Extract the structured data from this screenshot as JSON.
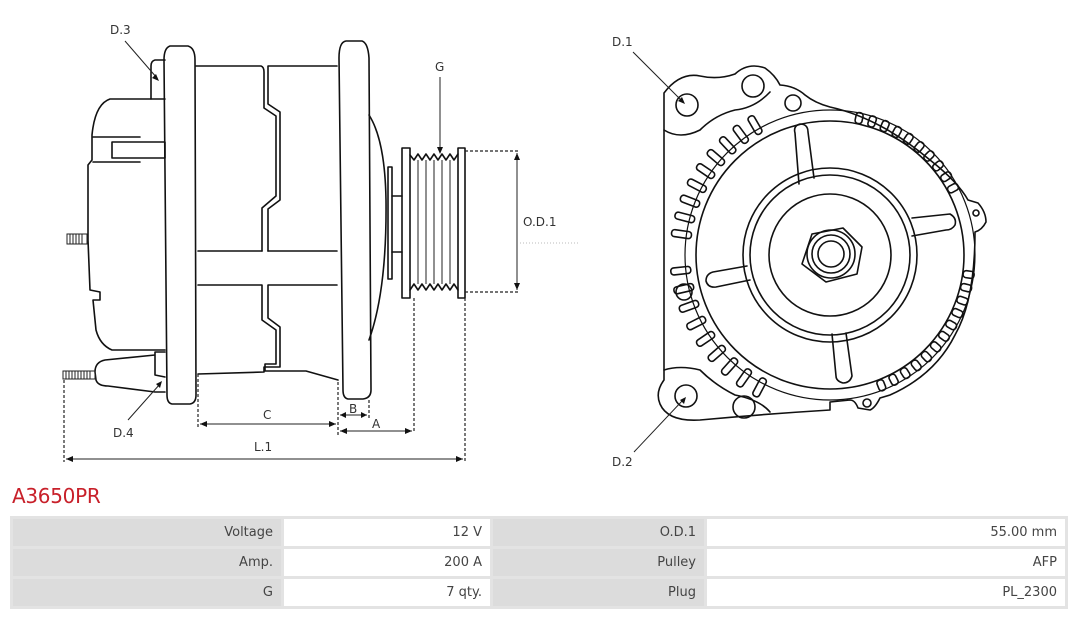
{
  "part": {
    "number": "A3650PR",
    "title_color": "#c8202a"
  },
  "diagram": {
    "side_view_labels": {
      "d3": "D.3",
      "d4": "D.4",
      "g": "G",
      "od1": "O.D.1",
      "c": "C",
      "b": "B",
      "a": "A",
      "l1": "L.1"
    },
    "front_view_labels": {
      "d1": "D.1",
      "d2": "D.2"
    }
  },
  "specs": {
    "rows": [
      {
        "label1": "Voltage",
        "value1": "12 V",
        "label2": "O.D.1",
        "value2": "55.00 mm"
      },
      {
        "label1": "Amp.",
        "value1": "200 A",
        "label2": "Pulley",
        "value2": "AFP"
      },
      {
        "label1": "G",
        "value1": "7 qty.",
        "label2": "Plug",
        "value2": "PL_2300"
      }
    ]
  }
}
